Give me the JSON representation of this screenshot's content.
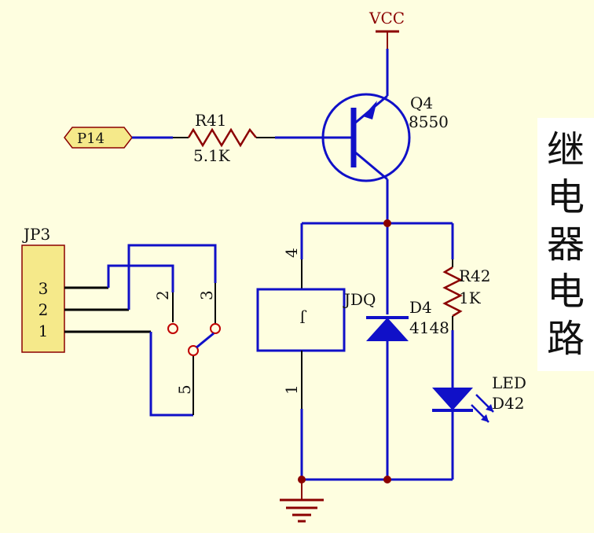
{
  "title": {
    "chars": [
      "继",
      "电",
      "器",
      "电",
      "路"
    ]
  },
  "labels": {
    "vcc": "VCC",
    "port": "P14",
    "r41_ref": "R41",
    "r41_val": "5.1K",
    "q4_ref": "Q4",
    "q4_val": "8550",
    "jp3_ref": "JP3",
    "jp3_pins": [
      "3",
      "2",
      "1"
    ],
    "relay_ref": "JDQ",
    "relay_symbol": "J",
    "relay_pin_top": "4",
    "relay_pin_bottom": "1",
    "switch_pin_2": "2",
    "switch_pin_3": "3",
    "switch_pin_5": "5",
    "d4_ref": "D4",
    "d4_val": "4148",
    "r42_ref": "R42",
    "r42_val": "1K",
    "led_ref": "LED",
    "led_des": "D42"
  },
  "colors": {
    "wire": "#1010c8",
    "black_wire": "#000000",
    "component": "#8b0000",
    "port_fill": "#f5e98a",
    "junction": "#8b0000"
  }
}
